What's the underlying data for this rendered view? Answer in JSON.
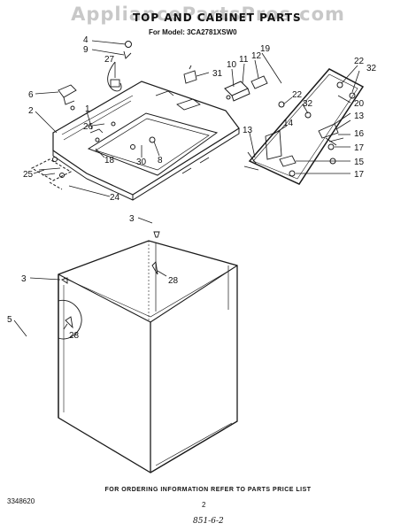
{
  "watermark": "AppliancePartsPros.com",
  "header": {
    "title": "TOP AND CABINET PARTS",
    "model": "For Model: 3CA2781XSW0"
  },
  "callouts": {
    "c4": "4",
    "c9": "9",
    "c27": "27",
    "c6": "6",
    "c2": "2",
    "c1": "1",
    "c26": "26",
    "c18": "18",
    "c30": "30",
    "c8": "8",
    "c25": "25",
    "c24": "24",
    "c31": "31",
    "c10": "10",
    "c11": "11",
    "c12": "12",
    "c19": "19",
    "c22a": "22",
    "c32a": "32",
    "c22b": "22",
    "c32b": "32",
    "c20": "20",
    "c13a": "13",
    "c13b": "13",
    "c14": "14",
    "c16": "16",
    "c17a": "17",
    "c15": "15",
    "c17b": "17",
    "c3a": "3",
    "c3b": "3",
    "c28a": "28",
    "c28b": "28",
    "c5": "5"
  },
  "footer": {
    "note": "FOR ORDERING INFORMATION REFER TO PARTS PRICE LIST",
    "doc_number": "3348620",
    "page": "2",
    "handwritten": "851-6-2"
  }
}
